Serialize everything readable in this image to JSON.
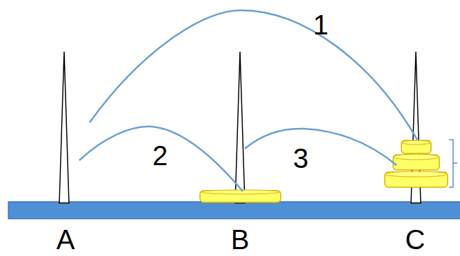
{
  "diagram": {
    "labels": [
      "1",
      "2",
      "3",
      "A",
      "B",
      "C"
    ]
  }
}
